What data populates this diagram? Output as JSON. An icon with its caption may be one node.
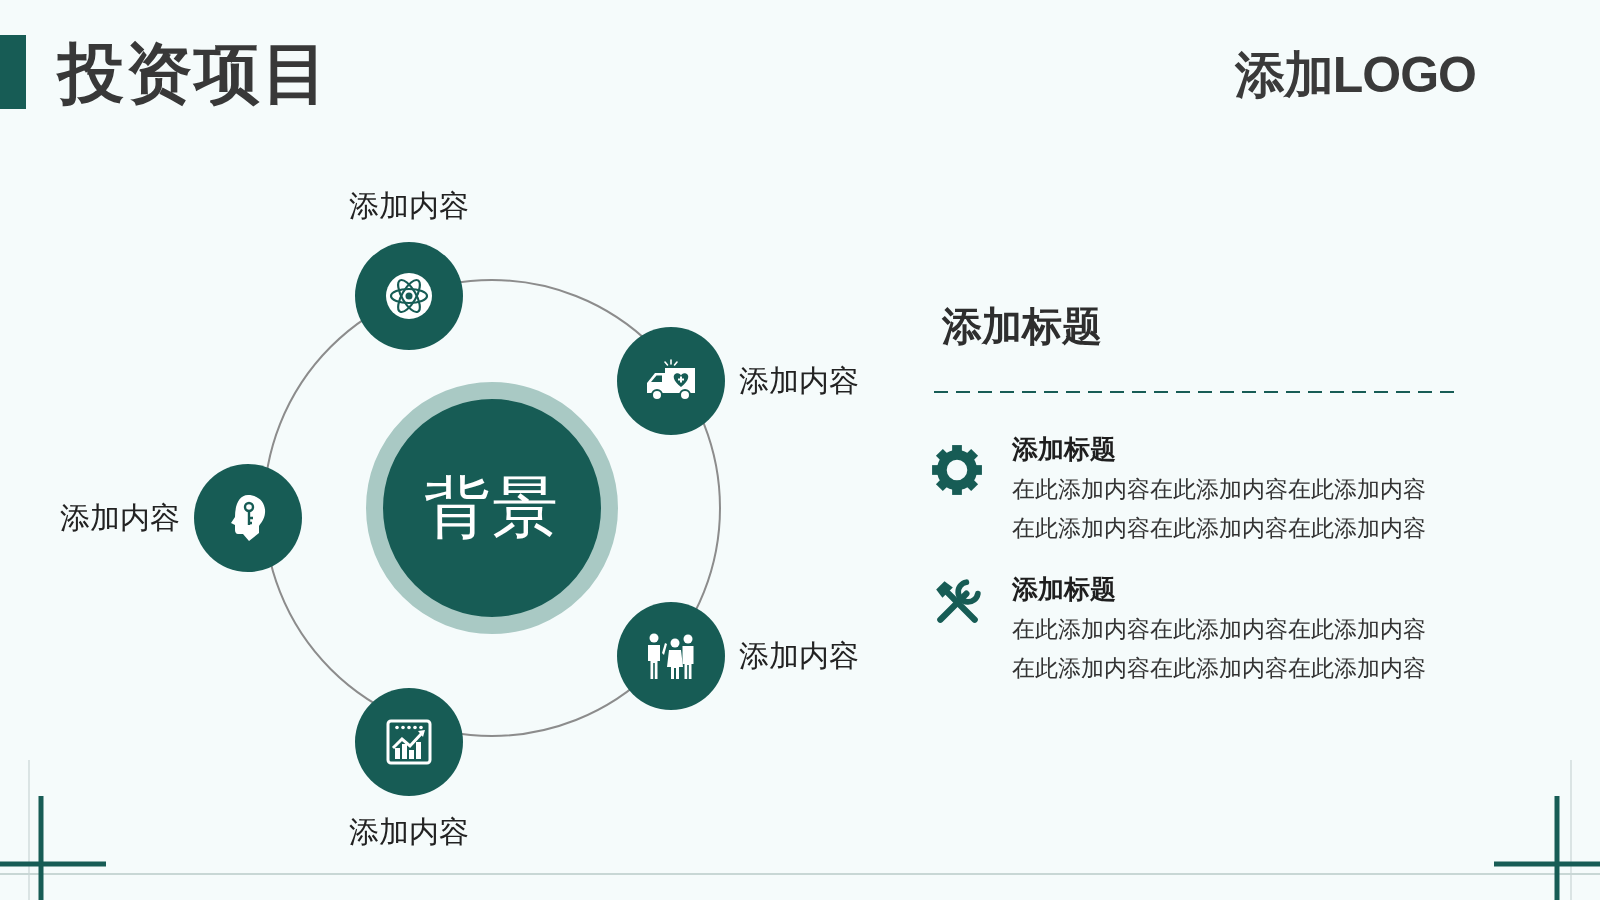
{
  "diagram": {
    "title": "投资项目",
    "nodes": [
      {
        "text": [
          "添加内容"
        ]
      },
      {
        "text": [
          "添加内容"
        ]
      },
      {
        "text": [
          "添加内容"
        ]
      },
      {
        "text": [
          "背景"
        ]
      },
      {
        "text": [
          "添加内容"
        ]
      },
      {
        "text": [
          "添加内容"
        ]
      }
    ],
    "labels": [
      "添加LOGO",
      "添加标题",
      "添加标题",
      "在此添加内容在此添加内容在此添加内容在此添加内容在此添加内容在此添加内容",
      "添加标题",
      "在此添加内容在此添加内容在此添加内容在此添加内容在此添加内容在此添加内容"
    ]
  }
}
